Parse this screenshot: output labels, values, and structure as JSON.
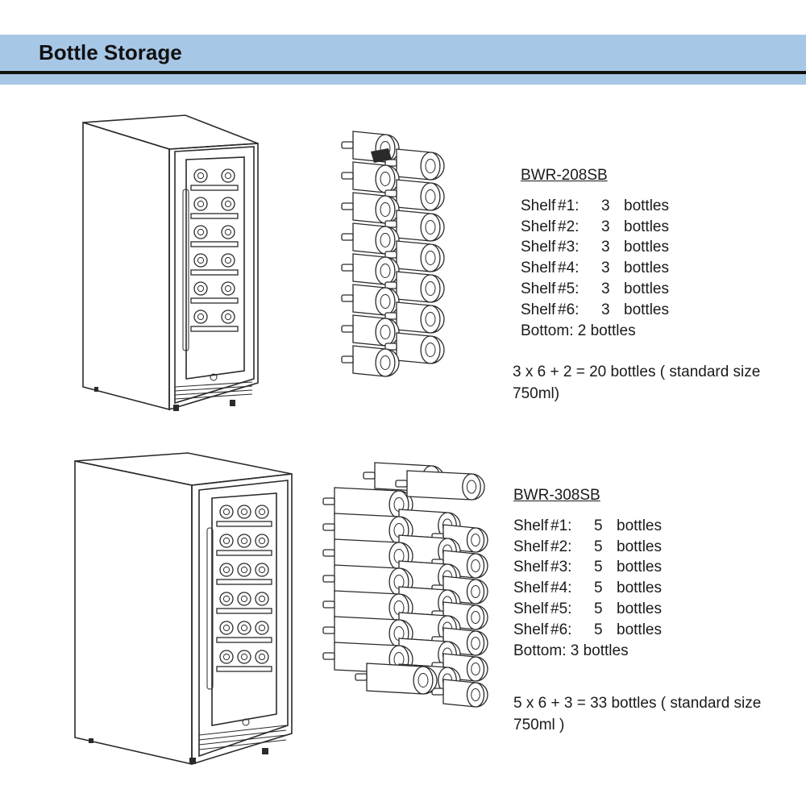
{
  "header": {
    "title": "Bottle Storage",
    "bar_color": "#a7c7e7"
  },
  "models": [
    {
      "name": "BWR-208SB",
      "shelves": [
        {
          "word": "Shelf",
          "num": "#1:",
          "count": "3",
          "unit": "bottles"
        },
        {
          "word": "Shelf",
          "num": "#2:",
          "count": "3",
          "unit": "bottles"
        },
        {
          "word": "Shelf",
          "num": "#3:",
          "count": "3",
          "unit": "bottles"
        },
        {
          "word": "Shelf",
          "num": "#4:",
          "count": "3",
          "unit": "bottles"
        },
        {
          "word": "Shelf",
          "num": "#5:",
          "count": "3",
          "unit": "bottles"
        },
        {
          "word": "Shelf",
          "num": "#6:",
          "count": "3",
          "unit": "bottles"
        }
      ],
      "bottom": "Bottom:  2 bottles",
      "formula": "3 x 6 + 2 = 20 bottles ( standard size 750ml)"
    },
    {
      "name": "BWR-308SB",
      "shelves": [
        {
          "word": "Shelf",
          "num": "#1:",
          "count": "5",
          "unit": "bottles"
        },
        {
          "word": "Shelf",
          "num": "#2:",
          "count": "5",
          "unit": "bottles"
        },
        {
          "word": "Shelf",
          "num": "#3:",
          "count": "5",
          "unit": "bottles"
        },
        {
          "word": "Shelf",
          "num": "#4:",
          "count": "5",
          "unit": "bottles"
        },
        {
          "word": "Shelf",
          "num": "#5:",
          "count": "5",
          "unit": "bottles"
        },
        {
          "word": "Shelf",
          "num": "#6:",
          "count": "5",
          "unit": "bottles"
        }
      ],
      "bottom": "Bottom:  3 bottles",
      "formula": "5 x 6 + 3 = 33 bottles ( standard size 750ml )"
    }
  ]
}
